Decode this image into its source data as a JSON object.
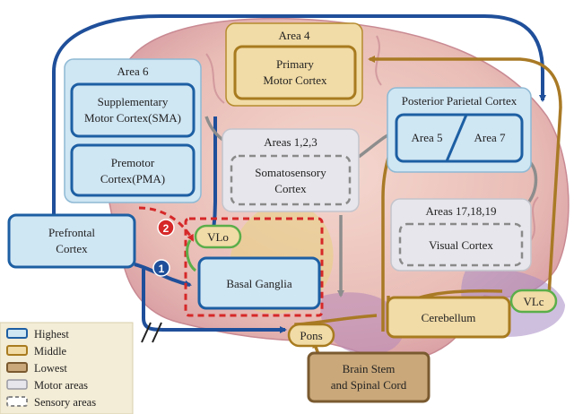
{
  "colors": {
    "highest_fill": "#cfe6f3",
    "highest_stroke": "#1d5fa3",
    "middle_fill": "#f1dba6",
    "middle_stroke": "#b58b2e",
    "lowest_fill": "#caa87a",
    "lowest_stroke": "#7a5a30",
    "motor_fill": "#e6e6ec",
    "sensory_stroke": "#8a8a8a",
    "pathway_red": "#d62828",
    "pathway_blue": "#1f4f9a",
    "pathway_green": "#5bae4a",
    "pathway_gold": "#a97a25"
  },
  "areas": {
    "area4": {
      "title": "Area 4",
      "label_l1": "Primary",
      "label_l2": "Motor Cortex"
    },
    "area6": {
      "title": "Area 6",
      "sma_l1": "Supplementary",
      "sma_l2": "Motor Cortex(SMA)",
      "pma_l1": "Premotor",
      "pma_l2": "Cortex(PMA)"
    },
    "ppc": {
      "title": "Posterior Parietal Cortex",
      "a5": "Area 5",
      "a7": "Area 7"
    },
    "somato": {
      "title": "Areas 1,2,3",
      "label_l1": "Somatosensory",
      "label_l2": "Cortex"
    },
    "visual": {
      "title": "Areas 17,18,19",
      "label": "Visual Cortex"
    }
  },
  "nodes": {
    "prefrontal_l1": "Prefrontal",
    "prefrontal_l2": "Cortex",
    "vlo": "VLo",
    "basal": "Basal Ganglia",
    "cerebellum": "Cerebellum",
    "vlc": "VLc",
    "pons": "Pons",
    "brainstem_l1": "Brain Stem",
    "brainstem_l2": "and Spinal Cord"
  },
  "markers": {
    "m1": "1",
    "m2": "2"
  },
  "legend": {
    "items": [
      {
        "label": "Highest",
        "swatch": "highest"
      },
      {
        "label": "Middle",
        "swatch": "middle"
      },
      {
        "label": "Lowest",
        "swatch": "lowest"
      },
      {
        "label": "Motor areas",
        "swatch": "motor"
      },
      {
        "label": "Sensory areas",
        "swatch": "sensory"
      }
    ]
  }
}
